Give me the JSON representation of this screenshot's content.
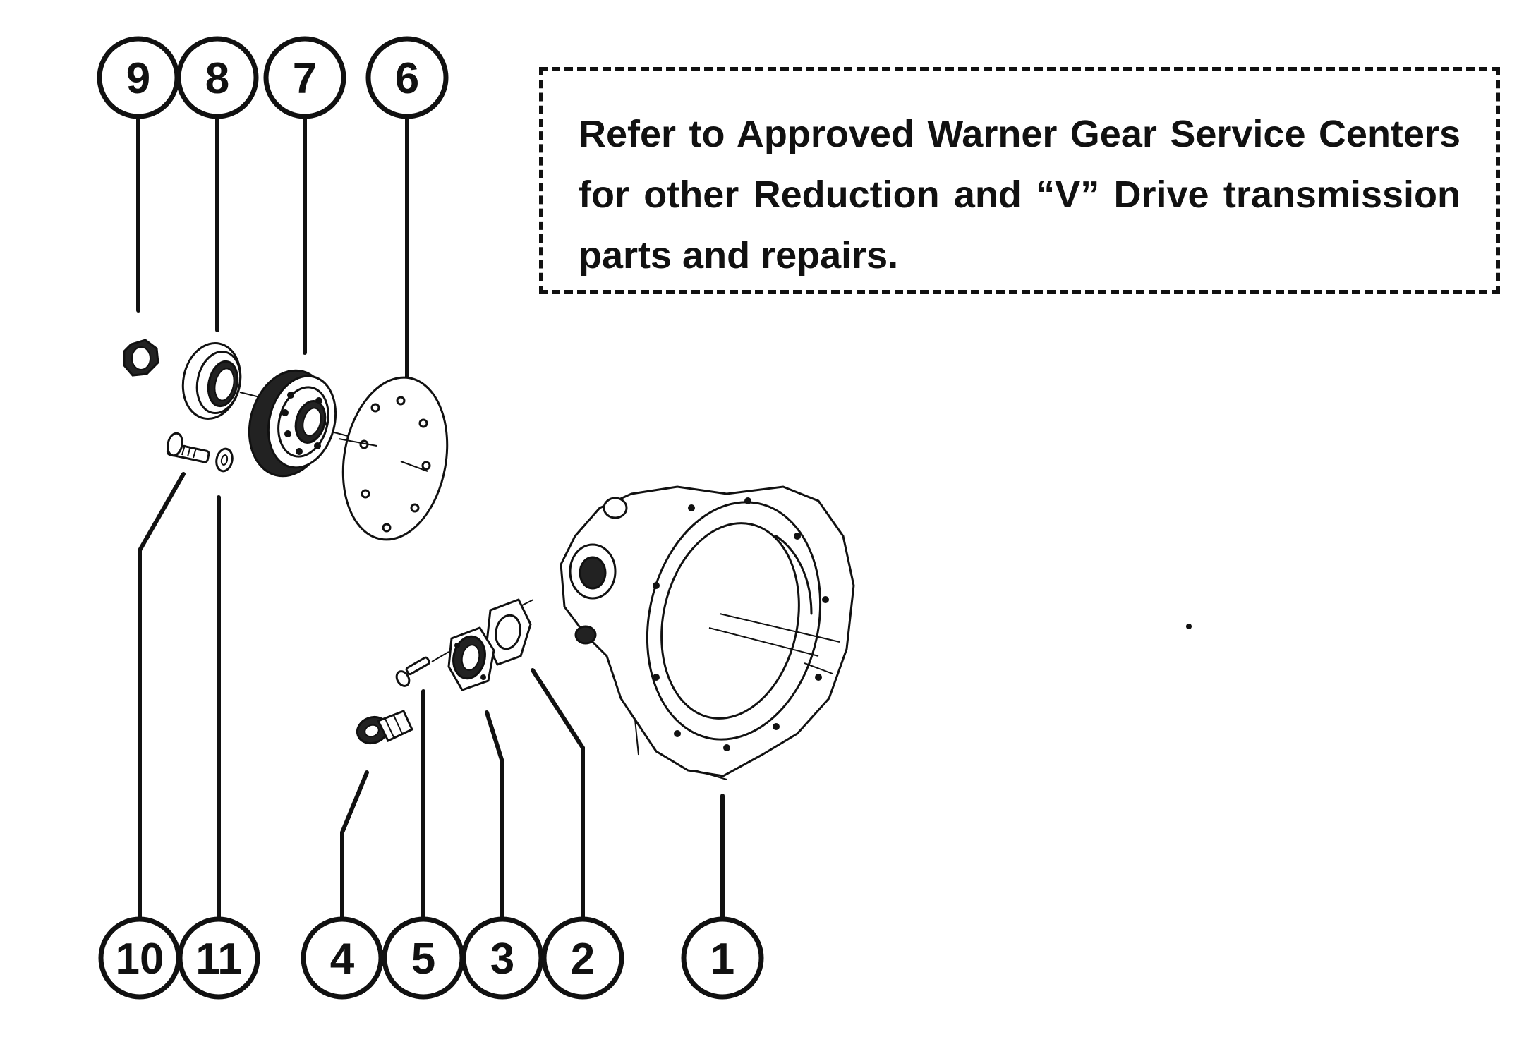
{
  "note": {
    "text": "Refer to Approved Warner Gear Service Centers for other Reduction and “V” Drive transmission parts and repairs."
  },
  "callouts": {
    "c1": "1",
    "c2": "2",
    "c3": "3",
    "c4": "4",
    "c5": "5",
    "c6": "6",
    "c7": "7",
    "c8": "8",
    "c9": "9",
    "c10": "10",
    "c11": "11"
  }
}
